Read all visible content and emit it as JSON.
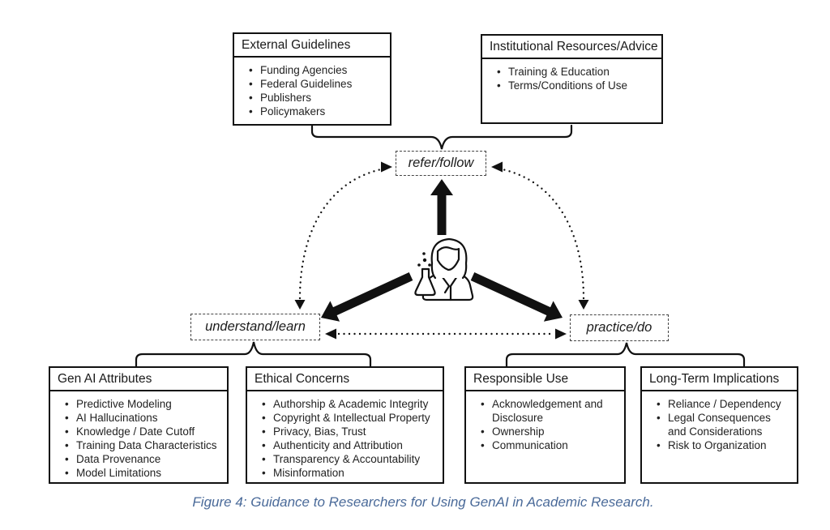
{
  "figure": {
    "caption": "Figure 4: Guidance to Researchers for Using GenAI in Academic Research.",
    "caption_color": "#4a6a99"
  },
  "colors": {
    "line": "#111111",
    "background": "#ffffff"
  },
  "icons": {
    "center": "female-scientist-with-flask"
  },
  "center_labels": {
    "refer": "refer/follow",
    "understand": "understand/learn",
    "practice": "practice/do"
  },
  "top_boxes": [
    {
      "title": "External Guidelines",
      "items": [
        "Funding Agencies",
        "Federal Guidelines",
        "Publishers",
        "Policymakers"
      ]
    },
    {
      "title": "Institutional Resources/Advice",
      "items": [
        "Training & Education",
        "Terms/Conditions of Use"
      ]
    }
  ],
  "bottom_boxes": [
    {
      "title": "Gen AI Attributes",
      "items": [
        "Predictive Modeling",
        "AI Hallucinations",
        "Knowledge / Date Cutoff",
        "Training Data Characteristics",
        "Data Provenance",
        "Model Limitations"
      ]
    },
    {
      "title": "Ethical Concerns",
      "items": [
        "Authorship & Academic Integrity",
        "Copyright & Intellectual Property",
        "Privacy, Bias, Trust",
        "Authenticity and Attribution",
        "Transparency & Accountability",
        "Misinformation"
      ]
    },
    {
      "title": "Responsible Use",
      "items": [
        "Acknowledgement and Disclosure",
        "Ownership",
        "Communication"
      ]
    },
    {
      "title": "Long-Term Implications",
      "items": [
        "Reliance / Dependency",
        "Legal Consequences and Considerations",
        "Risk to Organization"
      ]
    }
  ]
}
